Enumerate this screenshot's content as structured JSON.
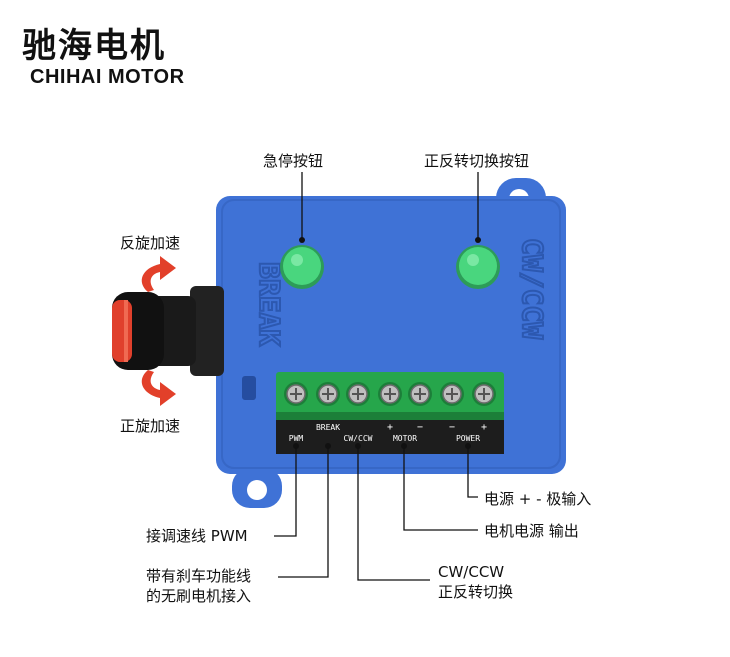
{
  "brand": {
    "name_cn": "驰海电机",
    "name_en": "CHIHAI MOTOR"
  },
  "labels": {
    "estop": "急停按钮",
    "direction_button": "正反转切换按钮",
    "reverse_speedup": "反旋加速",
    "forward_speedup": "正旋加速",
    "power_input": "电源 + - 极输入",
    "motor_output": "电机电源 输出",
    "pwm_wire": "接调速线 PWM",
    "brake_line1": "带有刹车功能线",
    "brake_line2": "的无刷电机接入",
    "cwccw_line1": "CW/CCW",
    "cwccw_line2": "正反转切换"
  },
  "board": {
    "break_text": "BREAK",
    "cwccw_text": "CW/CCW",
    "terminal_labels": {
      "pwm": "PWM",
      "break": "BREAK",
      "cwccw": "CW/CCW",
      "motor": "MOTOR",
      "power": "POWER",
      "plus": "+",
      "minus": "−"
    }
  },
  "colors": {
    "case_blue": "#3f72d6",
    "button_green": "#49d67e",
    "terminal_green": "#26a64b",
    "knob_red": "#e0402c",
    "arrow_red": "#e2402a"
  }
}
